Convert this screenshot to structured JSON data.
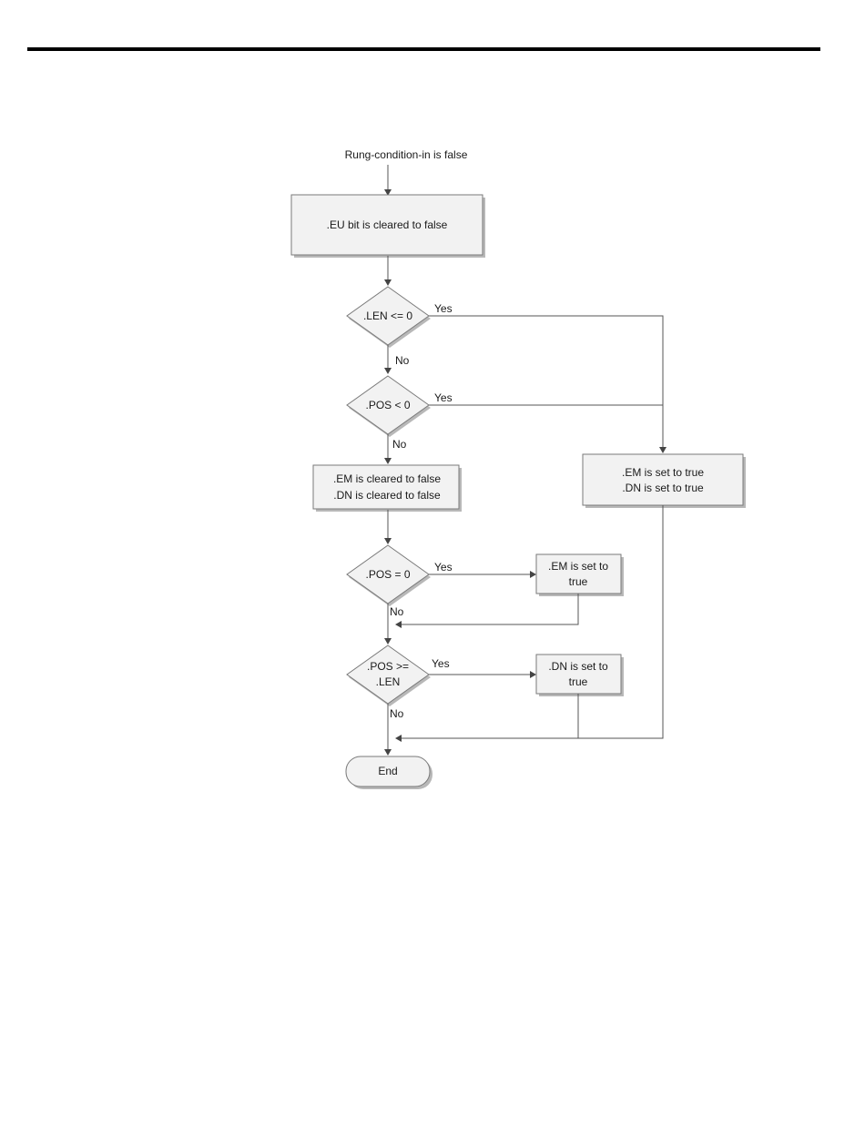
{
  "diagram": {
    "start_text": "Rung-condition-in is false",
    "eu_box": ".EU bit is cleared to false",
    "dec_len": ".LEN <= 0",
    "dec_pos_lt": ".POS < 0",
    "clear_box": [
      ".EM is cleared to false",
      ".DN is cleared to false"
    ],
    "set_box": [
      ".EM is set to true",
      ".DN is set to true"
    ],
    "dec_pos_eq": ".POS = 0",
    "em_box": [
      ".EM is set to",
      "true"
    ],
    "dec_pos_ge": [
      ".POS >=",
      ".LEN"
    ],
    "dn_box": [
      ".DN is set to",
      "true"
    ],
    "end": "End",
    "yes": "Yes",
    "no": "No"
  }
}
